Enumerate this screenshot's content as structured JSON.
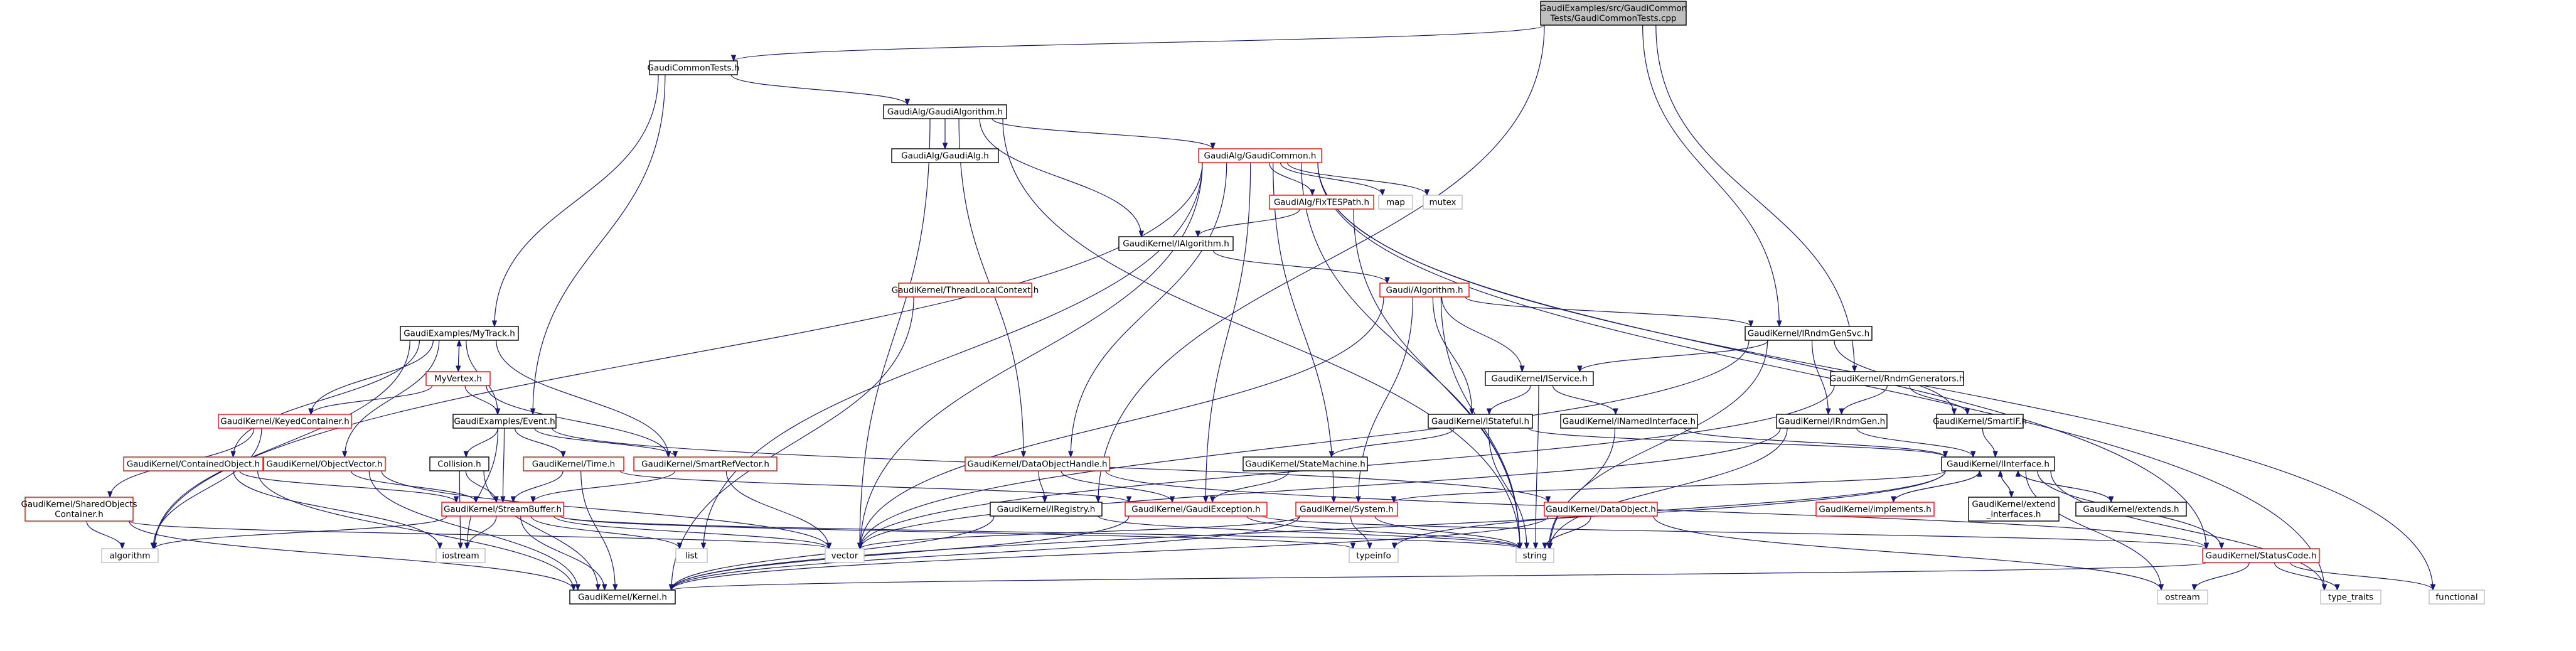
{
  "colors": {
    "edge": "#191970",
    "root_fill": "#bfbfbf",
    "border_black": "#000000",
    "border_red": "#ff0000",
    "border_grey": "#bfbfbf"
  },
  "nodes": {
    "root": {
      "lines": [
        "GaudiExamples/src/GaudiCommon",
        "Tests/GaudiCommonTests.cpp"
      ],
      "style": "root"
    },
    "gct": {
      "lines": [
        "GaudiCommonTests.h"
      ],
      "style": "black"
    },
    "ga": {
      "lines": [
        "GaudiAlg/GaudiAlgorithm.h"
      ],
      "style": "black"
    },
    "galg": {
      "lines": [
        "GaudiAlg/GaudiAlg.h"
      ],
      "style": "black"
    },
    "gc": {
      "lines": [
        "GaudiAlg/GaudiCommon.h"
      ],
      "style": "red"
    },
    "ftes": {
      "lines": [
        "GaudiAlg/FixTESPath.h"
      ],
      "style": "red"
    },
    "map": {
      "lines": [
        "map"
      ],
      "style": "grey"
    },
    "mutex": {
      "lines": [
        "mutex"
      ],
      "style": "grey"
    },
    "ialgo": {
      "lines": [
        "GaudiKernel/IAlgorithm.h"
      ],
      "style": "black"
    },
    "tlc": {
      "lines": [
        "GaudiKernel/ThreadLocalContext.h"
      ],
      "style": "red"
    },
    "galgo": {
      "lines": [
        "Gaudi/Algorithm.h"
      ],
      "style": "red"
    },
    "irgs": {
      "lines": [
        "GaudiKernel/IRndmGenSvc.h"
      ],
      "style": "black"
    },
    "isvc": {
      "lines": [
        "GaudiKernel/IService.h"
      ],
      "style": "black"
    },
    "rgens": {
      "lines": [
        "GaudiKernel/RndmGenerators.h"
      ],
      "style": "black"
    },
    "mt": {
      "lines": [
        "GaudiExamples/MyTrack.h"
      ],
      "style": "black"
    },
    "mv": {
      "lines": [
        "MyVertex.h"
      ],
      "style": "red"
    },
    "kc": {
      "lines": [
        "GaudiKernel/KeyedContainer.h"
      ],
      "style": "red"
    },
    "ev": {
      "lines": [
        "GaudiExamples/Event.h"
      ],
      "style": "black"
    },
    "istf": {
      "lines": [
        "GaudiKernel/IStateful.h"
      ],
      "style": "black"
    },
    "ini": {
      "lines": [
        "GaudiKernel/INamedInterface.h"
      ],
      "style": "black"
    },
    "irg": {
      "lines": [
        "GaudiKernel/IRndmGen.h"
      ],
      "style": "black"
    },
    "sif": {
      "lines": [
        "GaudiKernel/SmartIF.h"
      ],
      "style": "black"
    },
    "co": {
      "lines": [
        "GaudiKernel/ContainedObject.h"
      ],
      "style": "red"
    },
    "ov": {
      "lines": [
        "GaudiKernel/ObjectVector.h"
      ],
      "style": "red"
    },
    "col": {
      "lines": [
        "Collision.h"
      ],
      "style": "black"
    },
    "time": {
      "lines": [
        "GaudiKernel/Time.h"
      ],
      "style": "red"
    },
    "srv": {
      "lines": [
        "GaudiKernel/SmartRefVector.h"
      ],
      "style": "red"
    },
    "doh": {
      "lines": [
        "GaudiKernel/DataObjectHandle.h"
      ],
      "style": "red"
    },
    "sm": {
      "lines": [
        "GaudiKernel/StateMachine.h"
      ],
      "style": "black"
    },
    "iif": {
      "lines": [
        "GaudiKernel/IInterface.h"
      ],
      "style": "black"
    },
    "soc": {
      "lines": [
        "GaudiKernel/SharedObjects",
        "Container.h"
      ],
      "style": "red"
    },
    "sb": {
      "lines": [
        "GaudiKernel/StreamBuffer.h"
      ],
      "style": "red"
    },
    "ireg": {
      "lines": [
        "GaudiKernel/IRegistry.h"
      ],
      "style": "black"
    },
    "gex": {
      "lines": [
        "GaudiKernel/GaudiException.h"
      ],
      "style": "red"
    },
    "sys": {
      "lines": [
        "GaudiKernel/System.h"
      ],
      "style": "red"
    },
    "dobj": {
      "lines": [
        "GaudiKernel/DataObject.h"
      ],
      "style": "red"
    },
    "impl": {
      "lines": [
        "GaudiKernel/implements.h"
      ],
      "style": "red"
    },
    "exti": {
      "lines": [
        "GaudiKernel/extend",
        "_interfaces.h"
      ],
      "style": "black"
    },
    "ext": {
      "lines": [
        "GaudiKernel/extends.h"
      ],
      "style": "black"
    },
    "algorithm": {
      "lines": [
        "algorithm"
      ],
      "style": "grey"
    },
    "iostream": {
      "lines": [
        "iostream"
      ],
      "style": "grey"
    },
    "list": {
      "lines": [
        "list"
      ],
      "style": "grey"
    },
    "vector": {
      "lines": [
        "vector"
      ],
      "style": "grey"
    },
    "typeinfo": {
      "lines": [
        "typeinfo"
      ],
      "style": "grey"
    },
    "string": {
      "lines": [
        "string"
      ],
      "style": "grey"
    },
    "sc": {
      "lines": [
        "GaudiKernel/StatusCode.h"
      ],
      "style": "red"
    },
    "kernel": {
      "lines": [
        "GaudiKernel/Kernel.h"
      ],
      "style": "black"
    },
    "ostream": {
      "lines": [
        "ostream"
      ],
      "style": "grey"
    },
    "tt": {
      "lines": [
        "type_traits"
      ],
      "style": "grey"
    },
    "functional": {
      "lines": [
        "functional"
      ],
      "style": "grey"
    }
  },
  "edges": [
    [
      "root",
      "gct"
    ],
    [
      "root",
      "irgs"
    ],
    [
      "root",
      "rgens"
    ],
    [
      "root",
      "ireg"
    ],
    [
      "gct",
      "ga"
    ],
    [
      "gct",
      "mt"
    ],
    [
      "gct",
      "ev"
    ],
    [
      "ga",
      "galg"
    ],
    [
      "ga",
      "gc"
    ],
    [
      "ga",
      "ialgo"
    ],
    [
      "ga",
      "vector"
    ],
    [
      "ga",
      "string"
    ],
    [
      "ga",
      "doh"
    ],
    [
      "gc",
      "ftes"
    ],
    [
      "gc",
      "map"
    ],
    [
      "gc",
      "mutex"
    ],
    [
      "gc",
      "doh"
    ],
    [
      "gc",
      "gex"
    ],
    [
      "gc",
      "sys"
    ],
    [
      "gc",
      "sc"
    ],
    [
      "gc",
      "vector"
    ],
    [
      "gc",
      "list"
    ],
    [
      "gc",
      "algorithm"
    ],
    [
      "gc",
      "string"
    ],
    [
      "gc",
      "tt"
    ],
    [
      "gc",
      "functional"
    ],
    [
      "ftes",
      "ialgo"
    ],
    [
      "ftes",
      "string"
    ],
    [
      "ialgo",
      "galgo"
    ],
    [
      "tlc",
      "kernel"
    ],
    [
      "galgo",
      "irgs"
    ],
    [
      "galgo",
      "isvc"
    ],
    [
      "galgo",
      "istf"
    ],
    [
      "galgo",
      "sys"
    ],
    [
      "galgo",
      "string"
    ],
    [
      "galgo",
      "vector"
    ],
    [
      "irgs",
      "isvc"
    ],
    [
      "irgs",
      "irg"
    ],
    [
      "irgs",
      "sif"
    ],
    [
      "irgs",
      "vector"
    ],
    [
      "irgs",
      "string"
    ],
    [
      "isvc",
      "istf"
    ],
    [
      "isvc",
      "ini"
    ],
    [
      "isvc",
      "string"
    ],
    [
      "rgens",
      "irg"
    ],
    [
      "rgens",
      "sif"
    ],
    [
      "rgens",
      "vector"
    ],
    [
      "mt",
      "mv"
    ],
    [
      "mt",
      "kc"
    ],
    [
      "mt",
      "ev"
    ],
    [
      "mt",
      "co"
    ],
    [
      "mt",
      "ov"
    ],
    [
      "mt",
      "srv"
    ],
    [
      "mt",
      "algorithm"
    ],
    [
      "mv",
      "mt"
    ],
    [
      "mv",
      "kc"
    ],
    [
      "mv",
      "ev"
    ],
    [
      "mv",
      "srv"
    ],
    [
      "kc",
      "soc"
    ],
    [
      "kc",
      "algorithm"
    ],
    [
      "ev",
      "col"
    ],
    [
      "ev",
      "time"
    ],
    [
      "ev",
      "srv"
    ],
    [
      "ev",
      "sb"
    ],
    [
      "ev",
      "dobj"
    ],
    [
      "ev",
      "iostream"
    ],
    [
      "istf",
      "sm"
    ],
    [
      "istf",
      "iif"
    ],
    [
      "istf",
      "string"
    ],
    [
      "ini",
      "iif"
    ],
    [
      "ini",
      "string"
    ],
    [
      "irg",
      "iif"
    ],
    [
      "irg",
      "vector"
    ],
    [
      "irg",
      "string"
    ],
    [
      "sif",
      "iif"
    ],
    [
      "co",
      "sb"
    ],
    [
      "co",
      "iostream"
    ],
    [
      "co",
      "kernel"
    ],
    [
      "ov",
      "sb"
    ],
    [
      "ov",
      "kernel"
    ],
    [
      "ov",
      "vector"
    ],
    [
      "col",
      "sb"
    ],
    [
      "col",
      "iostream"
    ],
    [
      "col",
      "kernel"
    ],
    [
      "time",
      "sb"
    ],
    [
      "time",
      "gex"
    ],
    [
      "time",
      "kernel"
    ],
    [
      "srv",
      "sb"
    ],
    [
      "srv",
      "vector"
    ],
    [
      "doh",
      "ireg"
    ],
    [
      "doh",
      "gex"
    ],
    [
      "doh",
      "sc"
    ],
    [
      "sm",
      "gex"
    ],
    [
      "iif",
      "impl"
    ],
    [
      "iif",
      "exti"
    ],
    [
      "iif",
      "ext"
    ],
    [
      "iif",
      "sys"
    ],
    [
      "iif",
      "sc"
    ],
    [
      "iif",
      "typeinfo"
    ],
    [
      "iif",
      "ostream"
    ],
    [
      "iif",
      "tt"
    ],
    [
      "iif",
      "kernel"
    ],
    [
      "exti",
      "iif"
    ],
    [
      "ext",
      "iif"
    ],
    [
      "impl",
      "iif"
    ],
    [
      "soc",
      "algorithm"
    ],
    [
      "soc",
      "kernel"
    ],
    [
      "soc",
      "vector"
    ],
    [
      "sb",
      "kernel"
    ],
    [
      "sb",
      "algorithm"
    ],
    [
      "sb",
      "iostream"
    ],
    [
      "sb",
      "list"
    ],
    [
      "sb",
      "vector"
    ],
    [
      "sb",
      "string"
    ],
    [
      "sb",
      "typeinfo"
    ],
    [
      "ireg",
      "string"
    ],
    [
      "ireg",
      "kernel"
    ],
    [
      "gex",
      "sc"
    ],
    [
      "gex",
      "kernel"
    ],
    [
      "gex",
      "string"
    ],
    [
      "sys",
      "kernel"
    ],
    [
      "sys",
      "string"
    ],
    [
      "sys",
      "vector"
    ],
    [
      "sys",
      "typeinfo"
    ],
    [
      "dobj",
      "string"
    ],
    [
      "dobj",
      "kernel"
    ],
    [
      "dobj",
      "ostream"
    ],
    [
      "sc",
      "kernel"
    ],
    [
      "sc",
      "ostream"
    ],
    [
      "sc",
      "tt"
    ],
    [
      "sc",
      "functional"
    ]
  ]
}
